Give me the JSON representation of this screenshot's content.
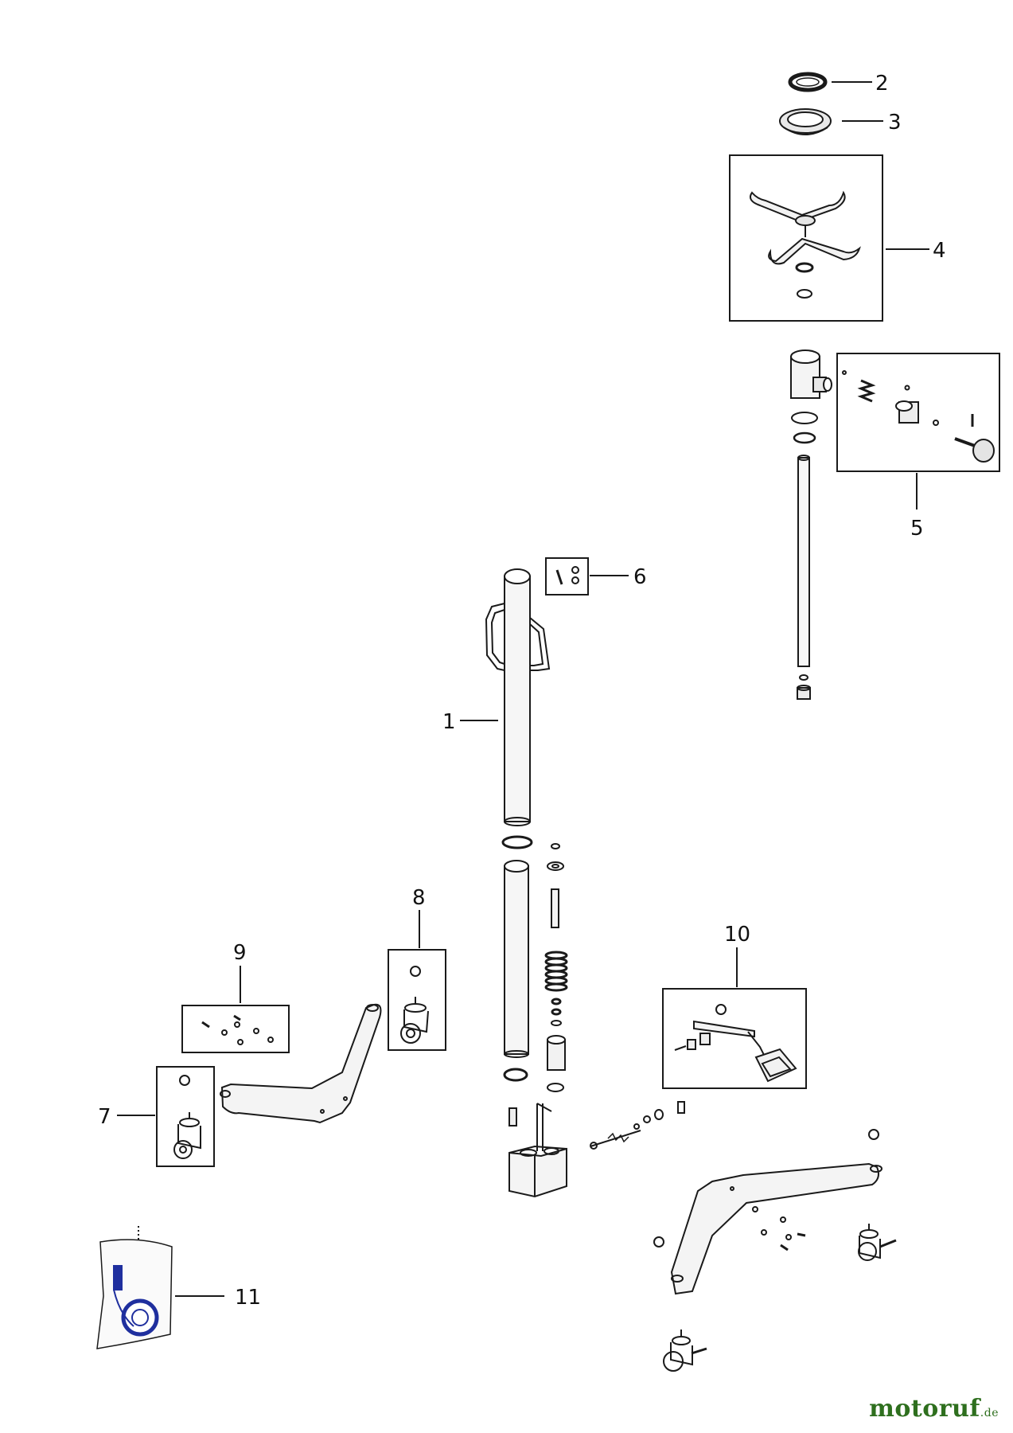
{
  "callouts": [
    "1",
    "2",
    "3",
    "4",
    "5",
    "6",
    "7",
    "8",
    "9",
    "10",
    "11"
  ],
  "brand": {
    "name": "motoruf",
    "tld": ".de"
  },
  "colors": {
    "line": "#1a1a1a",
    "bag_accent": "#1f2f9e",
    "brand": "#2e6f1e"
  }
}
